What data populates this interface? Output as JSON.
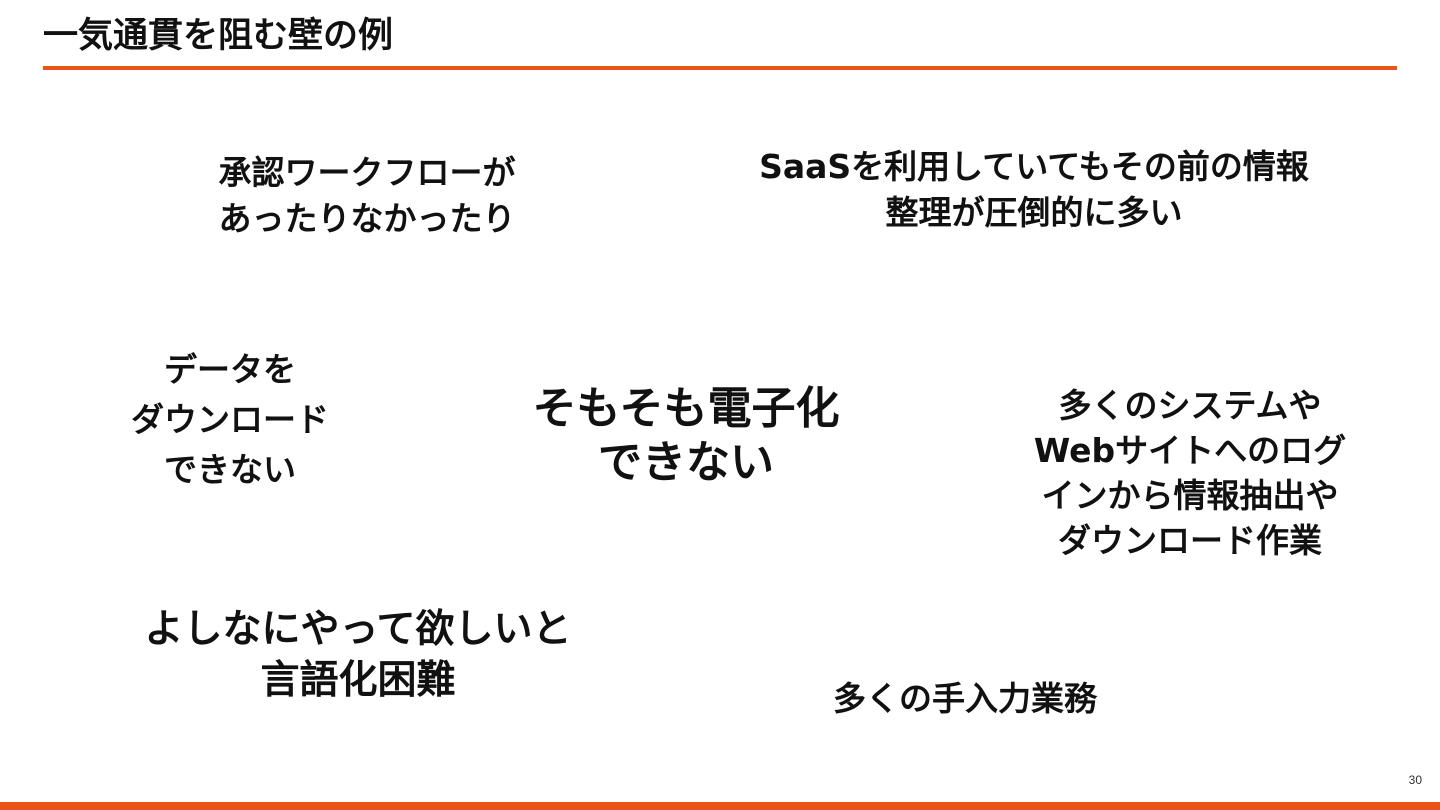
{
  "colors": {
    "accent": "#e8541c",
    "text": "#111111",
    "background": "#ffffff"
  },
  "slide": {
    "title": "一気通貫を阻む壁の例",
    "page_number": "30"
  },
  "blocks": {
    "approval": [
      "承認ワークフローが",
      "あったりなかったり"
    ],
    "saas": [
      "SaaSを利用していてもその前の情報",
      "整理が圧倒的に多い"
    ],
    "download": [
      "データを",
      "ダウンロード",
      "できない"
    ],
    "center": [
      "そもそも電子化",
      "できない"
    ],
    "systems": [
      "多くのシステムや",
      "Webサイトへのログ",
      "インから情報抽出や",
      "ダウンロード作業"
    ],
    "verbalize": [
      "よしなにやって欲しいと",
      "言語化困難"
    ],
    "manual": [
      "多くの手入力業務"
    ]
  }
}
